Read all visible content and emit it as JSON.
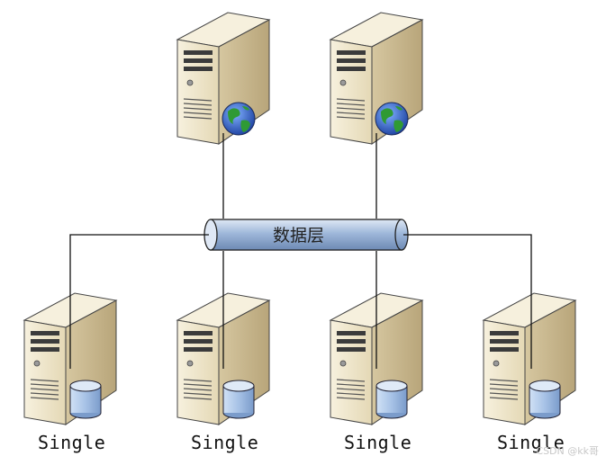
{
  "bus": {
    "label": "数据层",
    "color": "#9db6d8"
  },
  "web_servers": [
    {
      "id": "web-server-1",
      "badge": "globe-icon"
    },
    {
      "id": "web-server-2",
      "badge": "globe-icon"
    }
  ],
  "db_servers": [
    {
      "id": "db-server-1",
      "label": "Single",
      "badge": "database-icon"
    },
    {
      "id": "db-server-2",
      "label": "Single",
      "badge": "database-icon"
    },
    {
      "id": "db-server-3",
      "label": "Single",
      "badge": "database-icon"
    },
    {
      "id": "db-server-4",
      "label": "Single",
      "badge": "database-icon"
    }
  ],
  "watermark": "CSDN @kk哥",
  "colors": {
    "server_front": "#efe6cc",
    "server_side": "#c9b891",
    "server_top": "#f6f0dd",
    "outline": "#444444"
  }
}
